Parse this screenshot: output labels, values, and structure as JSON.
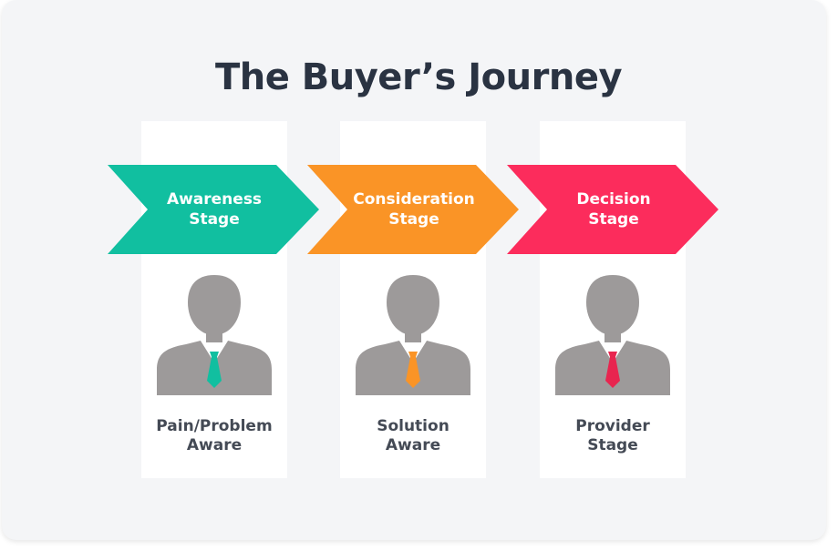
{
  "title": "The Buyer’s Journey",
  "stages": [
    {
      "line1": "Awareness",
      "line2": "Stage",
      "color": "#11bfa0",
      "caption1": "Pain/Problem",
      "caption2": "Aware",
      "tie_color": "#11bfa0"
    },
    {
      "line1": "Consideration",
      "line2": "Stage",
      "color": "#fa9426",
      "caption1": "Solution",
      "caption2": "Aware",
      "tie_color": "#fa9426"
    },
    {
      "line1": "Decision",
      "line2": "Stage",
      "color": "#fc2c5c",
      "caption1": "Provider",
      "caption2": "Stage",
      "tie_color": "#e8254f"
    }
  ],
  "icons": {
    "chevron": "chevron-arrow-icon",
    "person": "businessman-icon"
  },
  "colors": {
    "background": "#f4f5f7",
    "title": "#2a3342",
    "caption": "#444a55",
    "person": "#9d9a9a"
  }
}
